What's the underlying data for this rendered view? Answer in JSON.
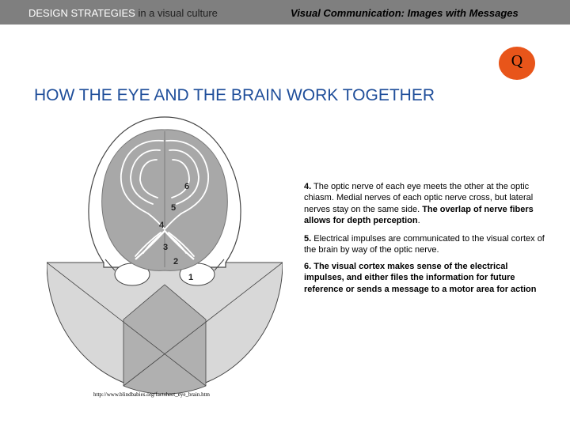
{
  "header": {
    "left_main": "DESIGN STRATEGIES",
    "left_rest": " in a visual culture",
    "right": "Visual Communication: Images with Messages"
  },
  "badge": {
    "letter": "Q",
    "color": "#e8551a"
  },
  "title": "HOW THE EYE AND THE BRAIN WORK TOGETHER",
  "diagram": {
    "labels": [
      "6",
      "5",
      "4",
      "3",
      "2",
      "1"
    ]
  },
  "paragraphs": {
    "p4": {
      "num": "4.",
      "text": " The optic nerve of each eye meets the other at the optic chiasm. Medial nerves of each optic nerve cross, but lateral nerves stay on the same side. ",
      "bold": "The overlap of nerve fibers allows for depth perception",
      "end": "."
    },
    "p5": {
      "num": "5.",
      "text": " Electrical impulses are communicated to the visual cortex of the brain by way of the optic nerve."
    },
    "p6": {
      "text": "6. The visual cortex makes sense of the electrical impulses, and either files the information for future reference or sends a message to a motor area for action"
    }
  },
  "source_url": "http://www.blindbabies.org/factsheet_eye_brain.htm",
  "colors": {
    "title": "#1f4e9a",
    "header_bg": "#7f7f7f"
  }
}
